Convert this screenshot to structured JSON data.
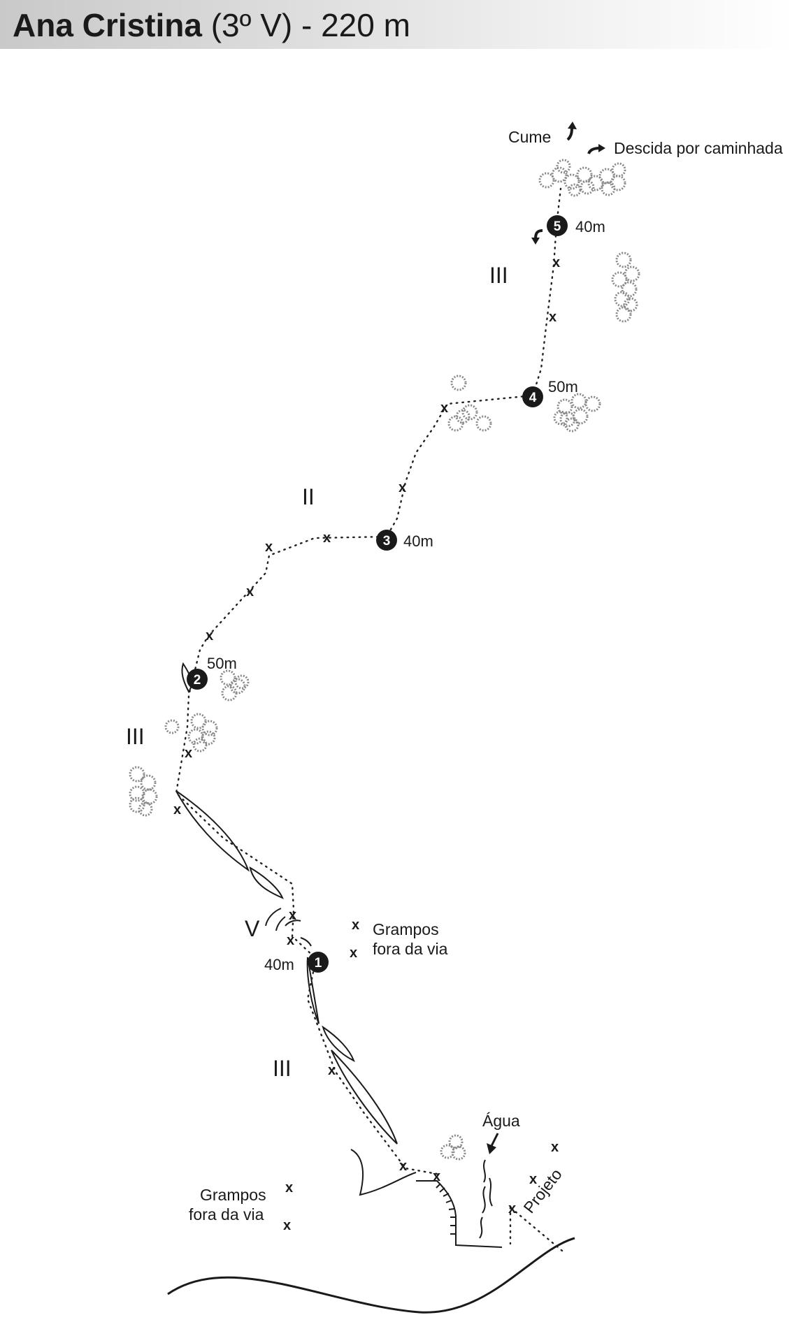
{
  "title": {
    "name": "Ana Cristina",
    "grade": "(3º V)",
    "length": "- 220 m"
  },
  "top_labels": {
    "summit": "Cume",
    "descent": "Descida por caminhada"
  },
  "belays": [
    {
      "number": "1",
      "length": "40m"
    },
    {
      "number": "2",
      "length": "50m"
    },
    {
      "number": "3",
      "length": "40m"
    },
    {
      "number": "4",
      "length": "50m"
    },
    {
      "number": "5",
      "length": "40m"
    }
  ],
  "grades": [
    "III",
    "II",
    "III",
    "V",
    "III"
  ],
  "bolt_symbol": "x",
  "off_route_bolts_label": {
    "line1": "Grampos",
    "line2": "fora da via"
  },
  "water_label": "Água",
  "project_label": "Projeto",
  "colors": {
    "ink": "#1a1a1a",
    "vegetation": "#8a8a8a",
    "title_bar": "#c9c9c9"
  },
  "icons": [
    "arrow-up-icon",
    "arrow-right-icon",
    "arrow-down-left-icon",
    "arrow-down-icon",
    "shrub-icon"
  ]
}
